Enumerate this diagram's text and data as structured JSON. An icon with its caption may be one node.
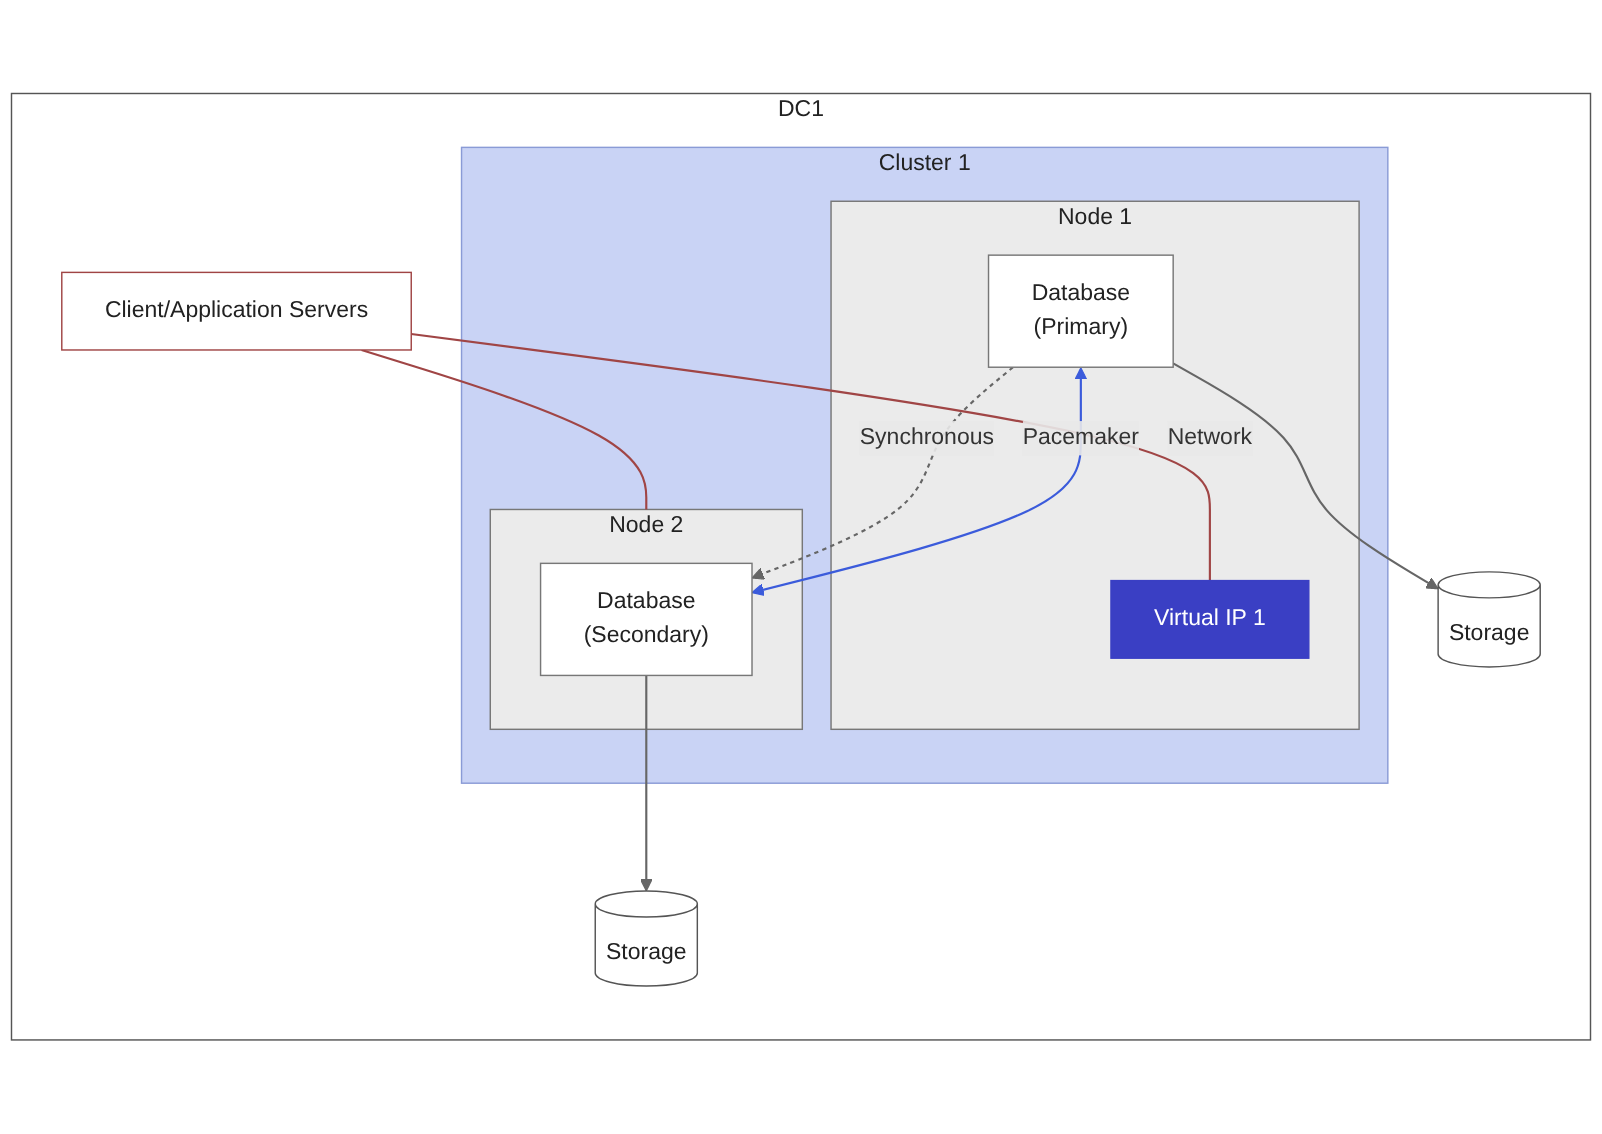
{
  "diagram": {
    "nodes": [
      {
        "text": [
          "DC1"
        ]
      },
      {
        "text": [
          "Client/Application Servers"
        ],
        "in": 0
      },
      {
        "text": [
          "Cluster 1"
        ],
        "in": 0
      },
      {
        "text": [
          "Node 1"
        ],
        "in": 2
      },
      {
        "text": [
          "Virtual IP 1"
        ],
        "in": 3
      },
      {
        "text": [
          "Database",
          "(Primary)"
        ],
        "in": 3
      },
      {
        "text": [
          "Node 2"
        ],
        "in": 2
      },
      {
        "text": [
          "Database",
          "(Secondary)"
        ],
        "in": 6
      },
      {
        "text": [
          "Storage"
        ],
        "in": 0
      },
      {
        "text": [
          "Storage"
        ],
        "in": 0
      }
    ],
    "edges": [
      {
        "from": 1,
        "to": 4,
        "arrow": "none",
        "label": "Network",
        "color": "#a04545"
      },
      {
        "from": 1,
        "to": 6,
        "arrow": "none",
        "color": "#a04545"
      },
      {
        "from": 5,
        "to": 7,
        "arrow": "to",
        "label": "Synchronous",
        "style": "dashed"
      },
      {
        "from": 5,
        "to": 7,
        "arrow": "both",
        "label": "Pacemaker",
        "color": "#3b5bdb"
      },
      {
        "from": 5,
        "to": 8,
        "arrow": "to"
      },
      {
        "from": 7,
        "to": 9,
        "arrow": "to"
      }
    ]
  }
}
